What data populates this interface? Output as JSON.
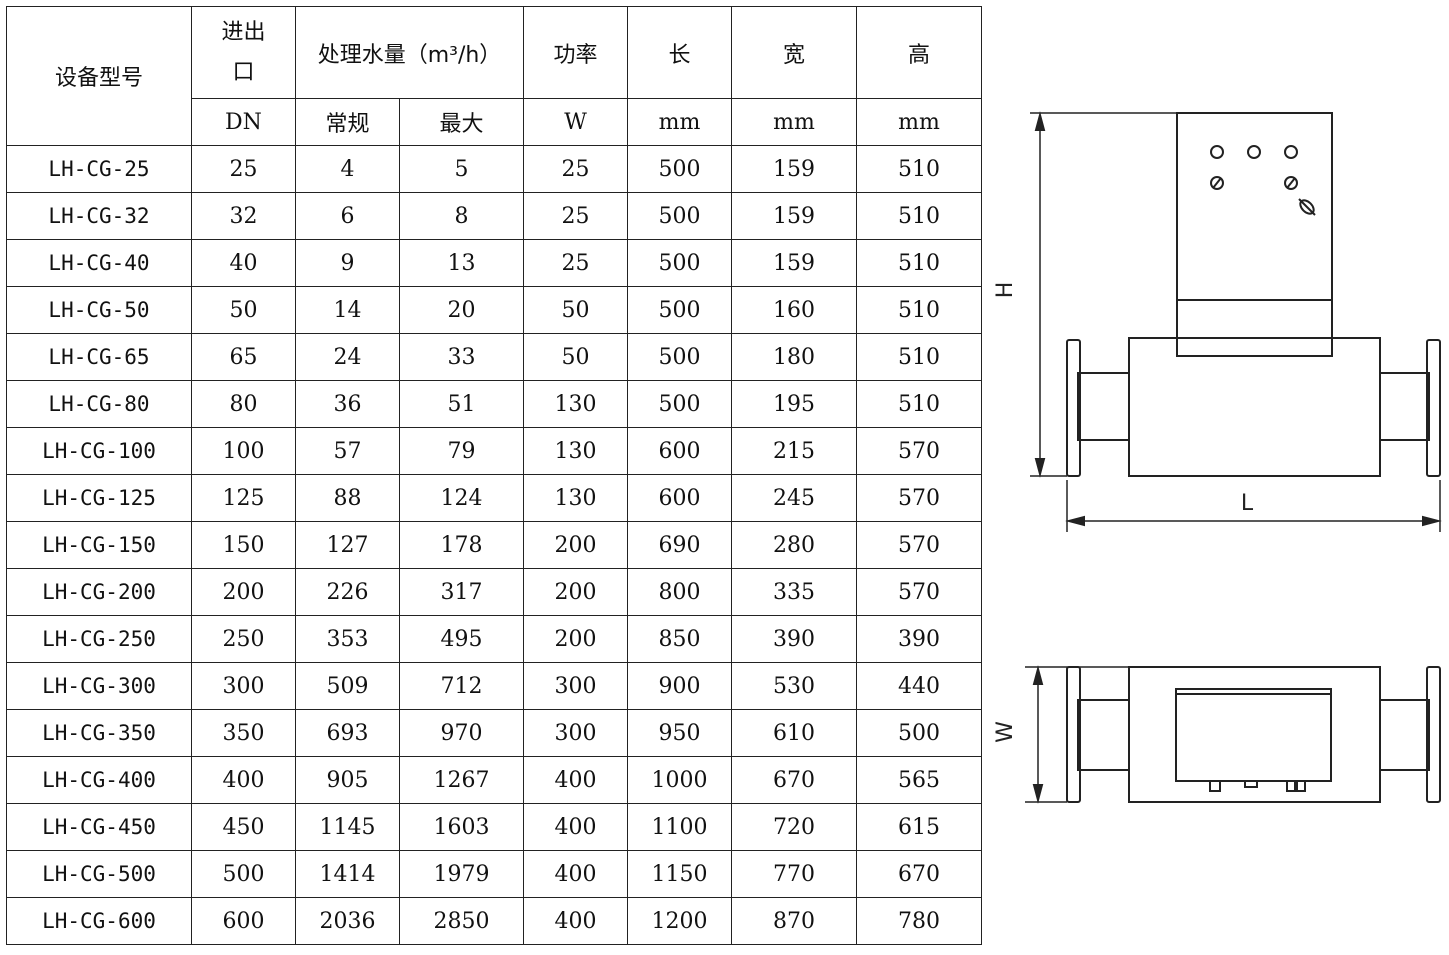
{
  "table": {
    "header": {
      "model": "设备型号",
      "inlet": "进出口",
      "inlet_line1": "进出",
      "inlet_line2": "口",
      "flow": "处理水量（m³/h）",
      "power": "功率",
      "length": "长",
      "width": "宽",
      "height": "高"
    },
    "subheader": {
      "inlet_unit": "DN",
      "flow_normal": "常规",
      "flow_max": "最大",
      "power_unit": "W",
      "length_unit": "mm",
      "width_unit": "mm",
      "height_unit": "mm"
    },
    "rows": [
      [
        "LH-CG-25",
        "25",
        "4",
        "5",
        "25",
        "500",
        "159",
        "510"
      ],
      [
        "LH-CG-32",
        "32",
        "6",
        "8",
        "25",
        "500",
        "159",
        "510"
      ],
      [
        "LH-CG-40",
        "40",
        "9",
        "13",
        "25",
        "500",
        "159",
        "510"
      ],
      [
        "LH-CG-50",
        "50",
        "14",
        "20",
        "50",
        "500",
        "160",
        "510"
      ],
      [
        "LH-CG-65",
        "65",
        "24",
        "33",
        "50",
        "500",
        "180",
        "510"
      ],
      [
        "LH-CG-80",
        "80",
        "36",
        "51",
        "130",
        "500",
        "195",
        "510"
      ],
      [
        "LH-CG-100",
        "100",
        "57",
        "79",
        "130",
        "600",
        "215",
        "570"
      ],
      [
        "LH-CG-125",
        "125",
        "88",
        "124",
        "130",
        "600",
        "245",
        "570"
      ],
      [
        "LH-CG-150",
        "150",
        "127",
        "178",
        "200",
        "690",
        "280",
        "570"
      ],
      [
        "LH-CG-200",
        "200",
        "226",
        "317",
        "200",
        "800",
        "335",
        "570"
      ],
      [
        "LH-CG-250",
        "250",
        "353",
        "495",
        "200",
        "850",
        "390",
        "390"
      ],
      [
        "LH-CG-300",
        "300",
        "509",
        "712",
        "300",
        "900",
        "530",
        "440"
      ],
      [
        "LH-CG-350",
        "350",
        "693",
        "970",
        "300",
        "950",
        "610",
        "500"
      ],
      [
        "LH-CG-400",
        "400",
        "905",
        "1267",
        "400",
        "1000",
        "670",
        "565"
      ],
      [
        "LH-CG-450",
        "450",
        "1145",
        "1603",
        "400",
        "1100",
        "720",
        "615"
      ],
      [
        "LH-CG-500",
        "500",
        "1414",
        "1979",
        "400",
        "1150",
        "770",
        "670"
      ],
      [
        "LH-CG-600",
        "600",
        "2036",
        "2850",
        "400",
        "1200",
        "870",
        "780"
      ]
    ]
  },
  "drawing": {
    "height_label": "H",
    "length_label": "L",
    "width_label": "W"
  }
}
